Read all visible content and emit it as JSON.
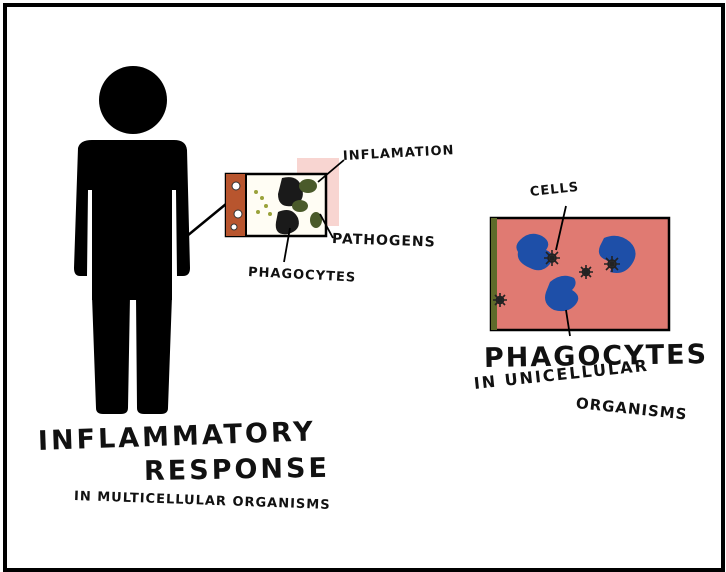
{
  "left_panel": {
    "title_line1": "INFLAMMATORY",
    "title_line2": "RESPONSE",
    "subtitle": "IN MULTICELLULAR ORGANISMS",
    "callouts": {
      "inflammation": "INFLAMATION",
      "pathogens": "PATHOGENS",
      "phagocytes": "PHAGOCYTES"
    }
  },
  "right_panel": {
    "title": "PHAGOCYTES",
    "subtitle_line1": "IN UNICELLULAR",
    "subtitle_line2": "ORGANISMS",
    "callouts": {
      "cells": "CELLS"
    }
  },
  "colors": {
    "border": "#000000",
    "figure": "#000000",
    "tissue_red": "#e07a72",
    "tissue_pink": "#f3b2ac",
    "phagocyte_blue": "#1e4fa8",
    "pathogen_green": "#4a5a2a",
    "vessel_brown": "#b8552e"
  }
}
